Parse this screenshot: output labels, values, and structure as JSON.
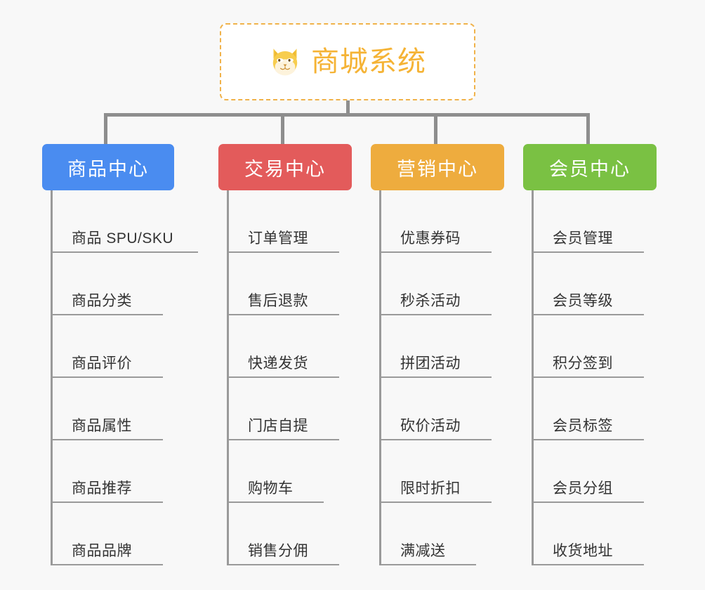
{
  "root": {
    "icon": "shiba-inu-icon",
    "title": "商城系统",
    "border_color": "#f0b24a",
    "text_color": "#f5b335",
    "background": "#ffffff"
  },
  "canvas": {
    "background": "#f8f8f8",
    "connector_color": "#8e8e8e"
  },
  "columns": [
    {
      "title": "商品中心",
      "color": "#4a8cf0",
      "items": [
        {
          "label": "商品 SPU/SKU",
          "underline_width": 210
        },
        {
          "label": "商品分类",
          "underline_width": 160
        },
        {
          "label": "商品评价",
          "underline_width": 160
        },
        {
          "label": "商品属性",
          "underline_width": 160
        },
        {
          "label": "商品推荐",
          "underline_width": 160
        },
        {
          "label": "商品品牌",
          "underline_width": 160
        }
      ]
    },
    {
      "title": "交易中心",
      "color": "#e35b5b",
      "items": [
        {
          "label": "订单管理",
          "underline_width": 160
        },
        {
          "label": "售后退款",
          "underline_width": 160
        },
        {
          "label": "快递发货",
          "underline_width": 160
        },
        {
          "label": "门店自提",
          "underline_width": 160
        },
        {
          "label": "购物车",
          "underline_width": 138
        },
        {
          "label": "销售分佣",
          "underline_width": 160
        }
      ]
    },
    {
      "title": "营销中心",
      "color": "#eeac3e",
      "items": [
        {
          "label": "优惠券码",
          "underline_width": 160
        },
        {
          "label": "秒杀活动",
          "underline_width": 160
        },
        {
          "label": "拼团活动",
          "underline_width": 160
        },
        {
          "label": "砍价活动",
          "underline_width": 160
        },
        {
          "label": "限时折扣",
          "underline_width": 160
        },
        {
          "label": "满减送",
          "underline_width": 138
        }
      ]
    },
    {
      "title": "会员中心",
      "color": "#7ac143",
      "items": [
        {
          "label": "会员管理",
          "underline_width": 160
        },
        {
          "label": "会员等级",
          "underline_width": 160
        },
        {
          "label": "积分签到",
          "underline_width": 160
        },
        {
          "label": "会员标签",
          "underline_width": 160
        },
        {
          "label": "会员分组",
          "underline_width": 160
        },
        {
          "label": "收货地址",
          "underline_width": 160
        }
      ]
    }
  ]
}
